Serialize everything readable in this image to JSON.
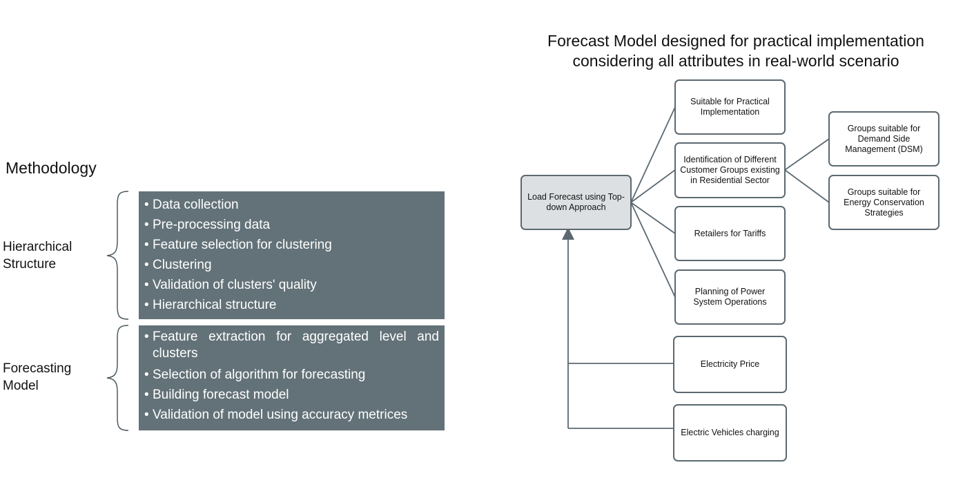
{
  "methodology": {
    "title": "Methodology",
    "sections": [
      {
        "label": "Hierarchical Structure",
        "items": [
          "Data collection",
          "Pre-processing data",
          "Feature selection for clustering",
          "Clustering",
          "Validation of clusters' quality",
          "Hierarchical structure"
        ]
      },
      {
        "label": "Forecasting Model",
        "items": [
          "Feature extraction for aggregated level and clusters",
          "Selection of algorithm for forecasting",
          "Building forecast model",
          "Validation of model using accuracy metrices"
        ]
      }
    ]
  },
  "forecast_model": {
    "title": "Forecast Model designed for practical implementation considering all attributes in real-world scenario",
    "root": "Load Forecast using Top-down Approach",
    "applications": [
      "Suitable for Practical Implementation",
      "Identification of Different Customer Groups existing in Residential Sector",
      "Retailers for Tariffs",
      "Planning of Power System Operations"
    ],
    "customer_groups": [
      "Groups suitable for Demand Side Management (DSM)",
      "Groups suitable for Energy Conservation Strategies"
    ],
    "inputs": [
      "Electricity Price",
      "Electric Vehicles charging"
    ]
  },
  "colors": {
    "panel": "#637278",
    "node_border": "#5b6870",
    "root_fill": "#dde0e2",
    "connector": "#5b6870"
  }
}
